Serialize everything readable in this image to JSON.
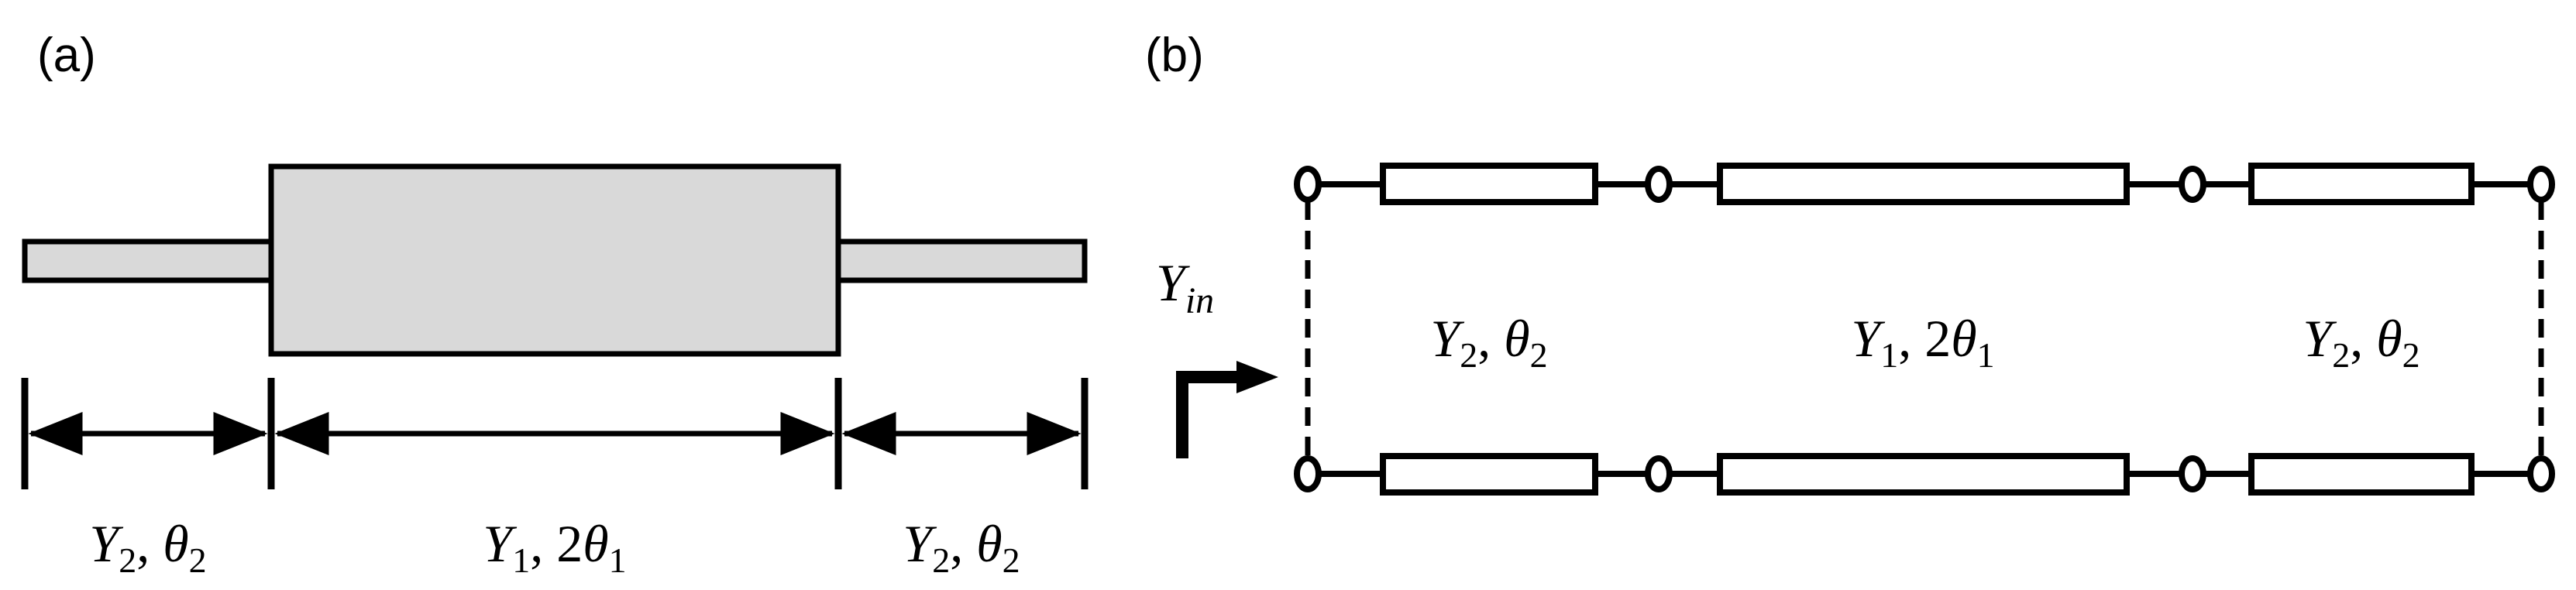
{
  "panel_a": {
    "label": "(a)",
    "sections": [
      {
        "id": "left",
        "admittance": "Y",
        "admittance_sub": "2",
        "sep": ", ",
        "coef": "",
        "angle": "θ",
        "angle_sub": "2"
      },
      {
        "id": "middle",
        "admittance": "Y",
        "admittance_sub": "1",
        "sep": ", ",
        "coef": "2",
        "angle": "θ",
        "angle_sub": "1"
      },
      {
        "id": "right",
        "admittance": "Y",
        "admittance_sub": "2",
        "sep": ", ",
        "coef": "",
        "angle": "θ",
        "angle_sub": "2"
      }
    ]
  },
  "panel_b": {
    "label": "(b)",
    "input": {
      "symbol": "Y",
      "sub": "in"
    },
    "sections": [
      {
        "id": "left",
        "admittance": "Y",
        "admittance_sub": "2",
        "sep": ", ",
        "coef": "",
        "angle": "θ",
        "angle_sub": "2"
      },
      {
        "id": "middle",
        "admittance": "Y",
        "admittance_sub": "1",
        "sep": ", ",
        "coef": "2",
        "angle": "θ",
        "angle_sub": "1"
      },
      {
        "id": "right",
        "admittance": "Y",
        "admittance_sub": "2",
        "sep": ", ",
        "coef": "",
        "angle": "θ",
        "angle_sub": "2"
      }
    ]
  },
  "colors": {
    "fill": "#d9d9d9",
    "stroke": "#000000"
  }
}
